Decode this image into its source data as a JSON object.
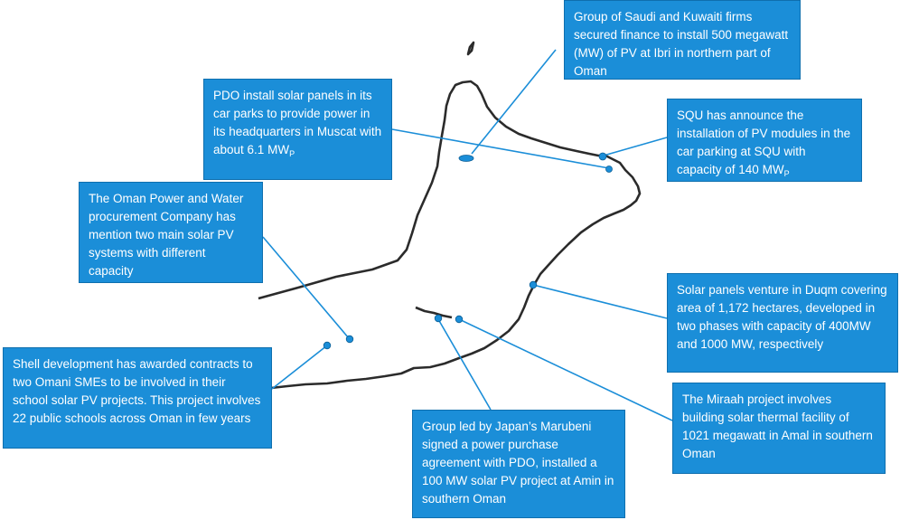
{
  "colors": {
    "callout_fill": "#1b8ed8",
    "callout_text": "#ffffff",
    "marker_fill": "#1b8ed8",
    "leader_line": "#1b8ed8",
    "map_outline": "#333333"
  },
  "map": {
    "region": "Oman outline (map)"
  },
  "callouts": {
    "saudi_kuwaiti": "Group of Saudi and Kuwaiti firms secured finance to install 500 megawatt (MW) of PV at Ibri in northern part of Oman",
    "pdo_muscat": "PDO install solar panels in its car parks to provide power in its headquarters in Muscat with about 6.1",
    "pdo_muscat_unit": "MW",
    "pdo_muscat_unit_sub": "P",
    "squ": "SQU has announce the installation of PV modules in the car parking at SQU with capacity of 140",
    "squ_unit": "MW",
    "squ_unit_sub": "P",
    "opwp": "The Oman Power and Water procurement Company has mention two main solar PV systems with different capacity",
    "duqm": "Solar panels venture in Duqm covering area of 1,172 hectares, developed in two phases with capacity of 400MW and 1000 MW, respectively",
    "shell": "Shell development has awarded contracts to two Omani SMEs to be involved in their school solar PV projects. This project involves 22 public schools across Oman in few years",
    "miraah": "The Miraah project involves building solar thermal facility of 1021 megawatt in Amal in southern Oman",
    "marubeni": " Group led by Japan’s Marubeni signed a power purchase agreement with PDO, installed a 100 MW solar PV project at Amin in southern Oman"
  }
}
